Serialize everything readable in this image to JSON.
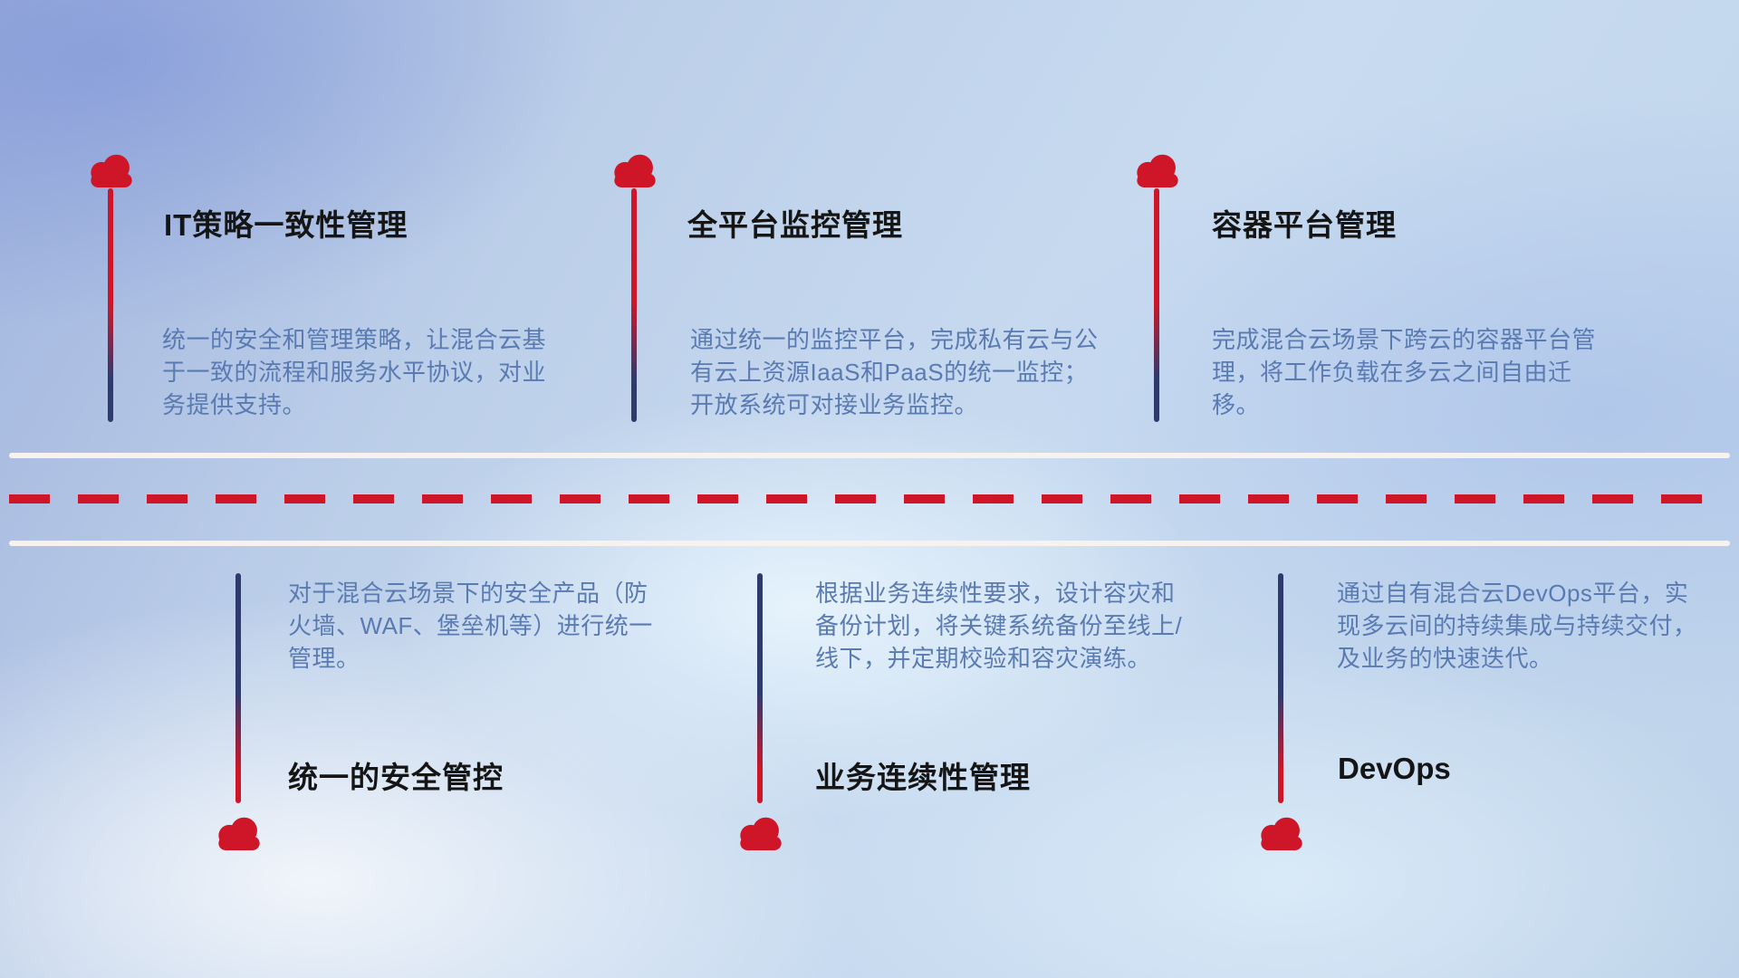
{
  "colors": {
    "accent_red": "#cf1628",
    "line_navy": "#2e3a6e",
    "title_text": "#151515",
    "desc_text": "#5a7ab2",
    "road_white": "#f7f2ee"
  },
  "icon_names": [
    "cloud-icon"
  ],
  "top_items": [
    {
      "title": "IT策略一致性管理",
      "desc": "统一的安全和管理策略，让混合云基于一致的流程和服务水平协议，对业务提供支持。"
    },
    {
      "title": "全平台监控管理",
      "desc": "通过统一的监控平台，完成私有云与公有云上资源IaaS和PaaS的统一监控；开放系统可对接业务监控。"
    },
    {
      "title": "容器平台管理",
      "desc": "完成混合云场景下跨云的容器平台管理，将工作负载在多云之间自由迁移。"
    }
  ],
  "bottom_items": [
    {
      "title": "统一的安全管控",
      "desc": "对于混合云场景下的安全产品（防火墙、WAF、堡垒机等）进行统一管理。"
    },
    {
      "title": "业务连续性管理",
      "desc": "根据业务连续性要求，设计容灾和备份计划，将关键系统备份至线上/线下，并定期校验和容灾演练。"
    },
    {
      "title": "DevOps",
      "desc": "通过自有混合云DevOps平台，实现多云间的持续集成与持续交付，及业务的快速迭代。"
    }
  ]
}
